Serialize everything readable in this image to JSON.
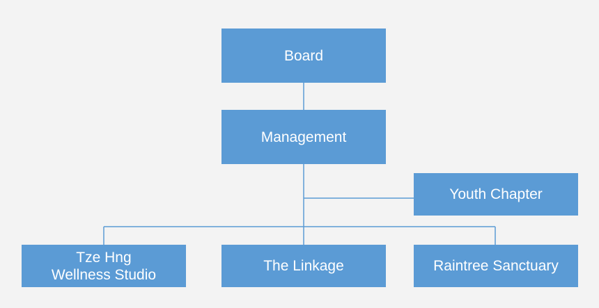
{
  "diagram": {
    "colors": {
      "background": "#f3f3f3",
      "node_fill": "#5b9bd5",
      "node_text": "#ffffff",
      "connector": "#5b9bd5"
    },
    "nodes": {
      "board": "Board",
      "management": "Management",
      "youth_chapter": "Youth Chapter",
      "tze_hng": "Tze Hng\nWellness Studio",
      "the_linkage": "The Linkage",
      "raintree": "Raintree Sanctuary"
    },
    "edges": [
      [
        "board",
        "management"
      ],
      [
        "management",
        "youth_chapter"
      ],
      [
        "management",
        "tze_hng"
      ],
      [
        "management",
        "the_linkage"
      ],
      [
        "management",
        "raintree"
      ]
    ]
  }
}
